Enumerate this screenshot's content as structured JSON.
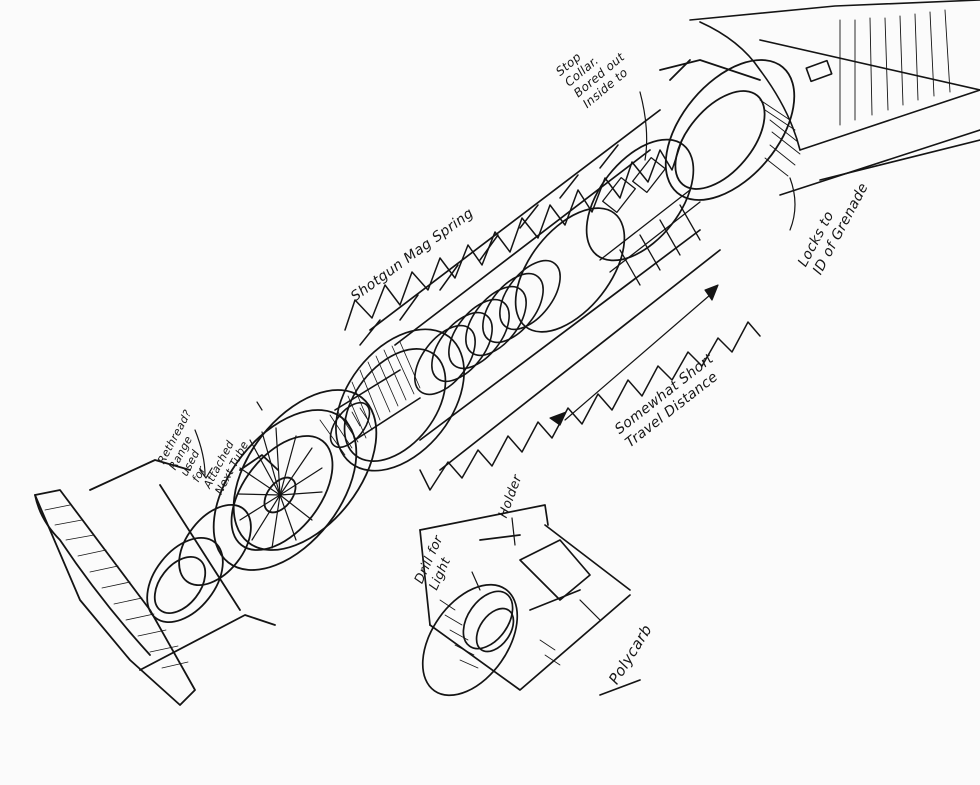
{
  "annotations": {
    "stop_collar": [
      "Stop",
      "Collar.",
      "Bored out",
      "Inside to"
    ],
    "locks_to": [
      "Locks to",
      "ID of Grenade"
    ],
    "shotgun_mag_spring": "Shotgun Mag Spring",
    "travel_distance": [
      "Somewhat Short",
      "Travel Distance"
    ],
    "rethread": [
      "Rethread?",
      "Range",
      "used",
      "for",
      "Attached",
      "Next Tube"
    ],
    "drill_for_light": [
      "Drill for",
      "Light"
    ],
    "holder": "Holder",
    "polycarb": "Polycarb"
  },
  "colors": {
    "ink": "#141414",
    "paper": "#fbfbfb"
  }
}
